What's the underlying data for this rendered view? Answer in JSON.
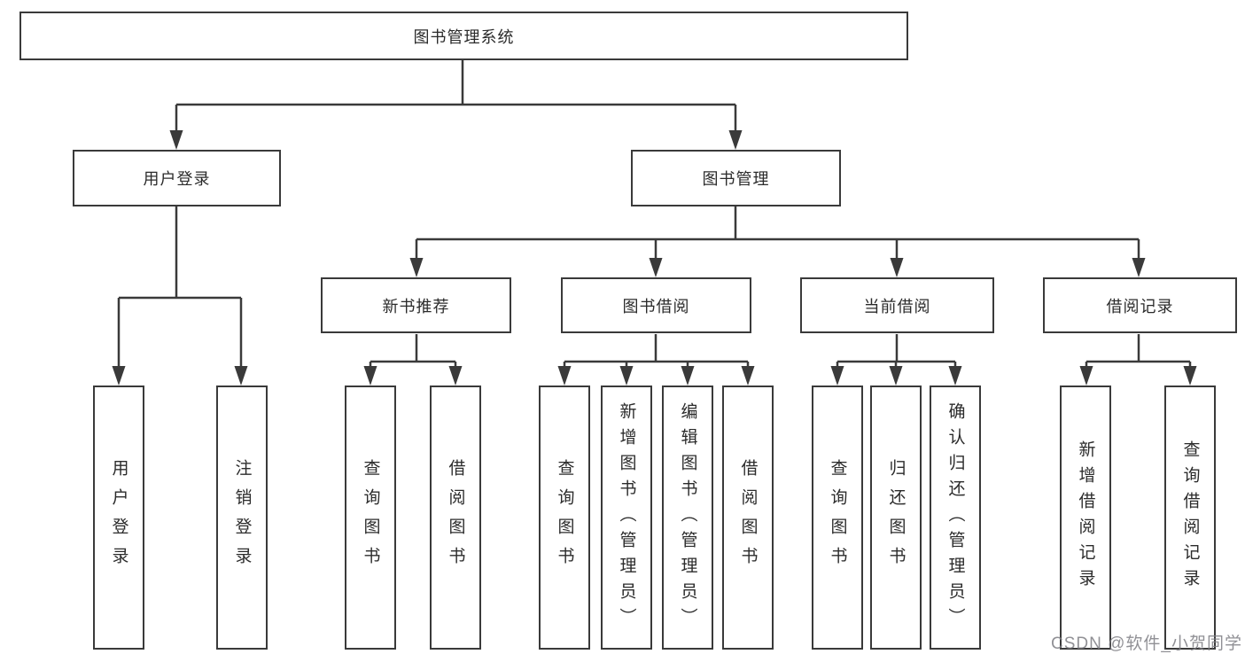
{
  "diagram": {
    "title": "图书管理系统",
    "level2": [
      {
        "label": "用户登录"
      },
      {
        "label": "图书管理"
      }
    ],
    "level3": [
      {
        "label": "新书推荐"
      },
      {
        "label": "图书借阅"
      },
      {
        "label": "当前借阅"
      },
      {
        "label": "借阅记录"
      }
    ],
    "leaves": {
      "login": [
        "用户登录",
        "注销登录"
      ],
      "recommend": [
        "查询图书",
        "借阅图书"
      ],
      "borrow": [
        "查询图书",
        "新增图书（管理员）",
        "编辑图书（管理员）",
        "借阅图书"
      ],
      "current": [
        "查询图书",
        "归还图书",
        "确认归还（管理员）"
      ],
      "records": [
        "新增借阅记录",
        "查询借阅记录"
      ]
    }
  },
  "watermark": "CSDN @软件_小贺同学",
  "colors": {
    "line": "#3a3a3a",
    "text": "#2b2b2b",
    "watermark": "#7d7d82",
    "background": "#ffffff"
  }
}
